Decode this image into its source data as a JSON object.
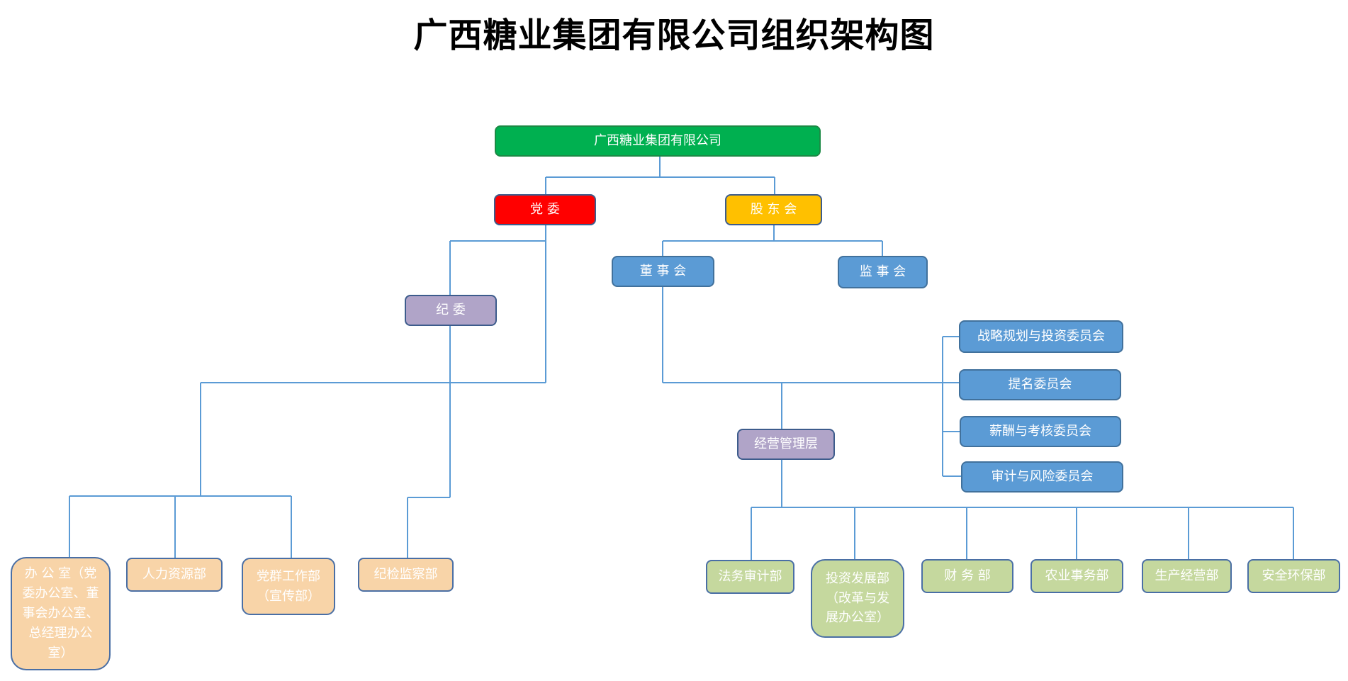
{
  "title": "广西糖业集团有限公司组织架构图",
  "nodes": {
    "group": "广西糖业集团有限公司",
    "party_committee": "党      委",
    "shareholders": "股 东 会",
    "board": "董 事 会",
    "supervisors": "监 事 会",
    "discipline": "纪      委",
    "strategy": "战略规划与投资委员会",
    "nomination": "提名委员会",
    "compensation": "薪酬与考核委员会",
    "audit_risk": "审计与风险委员会",
    "management": "经营管理层",
    "office": "办 公 室（党委办公室、董事会办公室、总经理办公室）",
    "hr": "人力资源部",
    "party_work": "党群工作部（宣传部）",
    "discipline_dept": "纪检监察部",
    "legal": "法务审计部",
    "investment": "投资发展部（改革与发展办公室）",
    "finance": "财  务  部",
    "agriculture": "农业事务部",
    "production": "生产经营部",
    "safety": "安全环保部"
  },
  "colors": {
    "connector": "#5b9bd5",
    "top": "#00b050",
    "party": "#ff0000",
    "shareholders": "#ffc000",
    "governance": "#5b9bd5",
    "oversight": "#b0a4c8",
    "party_departments": "#f8d4a8",
    "business_departments": "#c5d89e"
  }
}
